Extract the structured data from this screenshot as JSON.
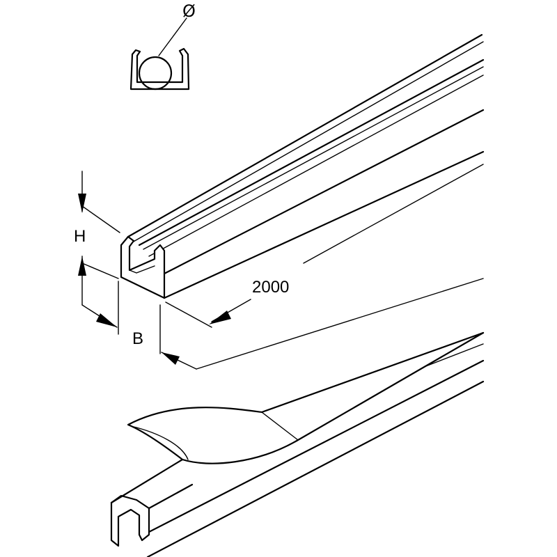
{
  "labels": {
    "diameter_symbol": "Ø",
    "height": "H",
    "width": "B",
    "length": "2000"
  }
}
